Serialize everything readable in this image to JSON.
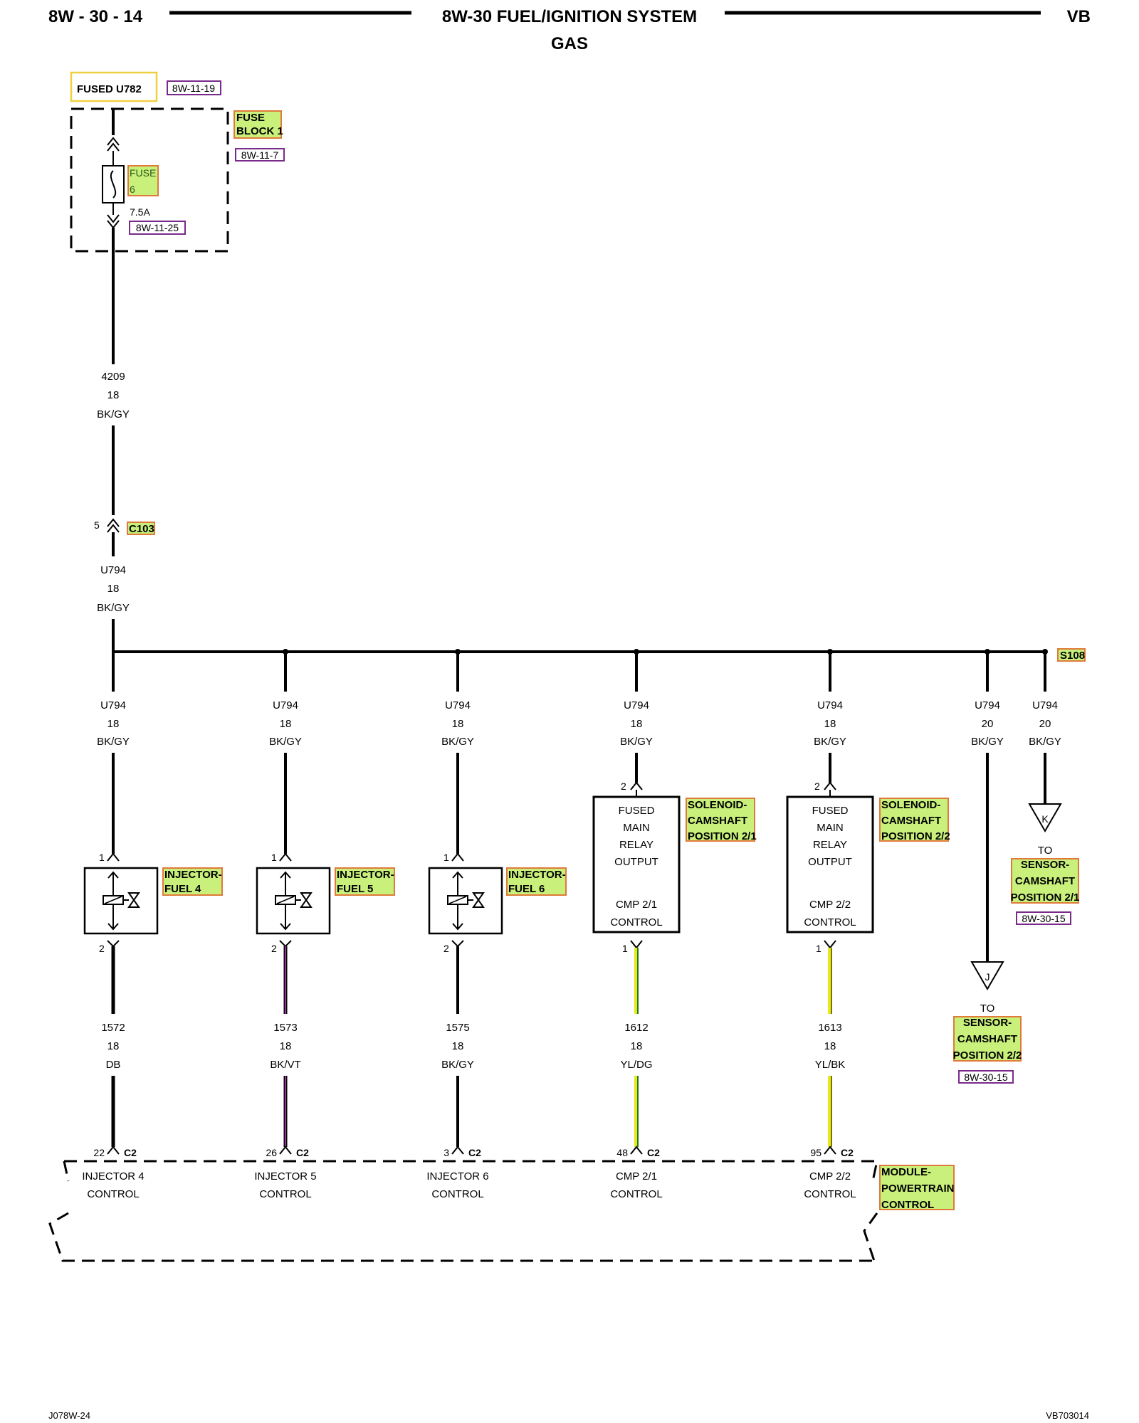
{
  "header": {
    "page_number": "8W - 30 - 14",
    "system_title": "8W-30 FUEL/IGNITION SYSTEM",
    "subtitle": "GAS",
    "model_code": "VB"
  },
  "source": {
    "label": "FUSED U782",
    "ref": "8W-11-19"
  },
  "fuse_block": {
    "name_line1": "FUSE",
    "name_line2": "BLOCK 1",
    "ref": "8W-11-7",
    "fuse_line1": "FUSE",
    "fuse_line2": "6",
    "rating": "7.5A",
    "fuse_ref": "8W-11-25"
  },
  "main_wire_upper": {
    "circuit": "4209",
    "gauge": "18",
    "color": "BK/GY"
  },
  "connector_c103": {
    "pin": "5",
    "name": "C103"
  },
  "main_wire_lower": {
    "circuit": "U794",
    "gauge": "18",
    "color": "BK/GY"
  },
  "splice": {
    "name": "S108"
  },
  "branches": [
    {
      "circuit": "U794",
      "gauge": "18",
      "color": "BK/GY"
    },
    {
      "circuit": "U794",
      "gauge": "18",
      "color": "BK/GY"
    },
    {
      "circuit": "U794",
      "gauge": "18",
      "color": "BK/GY"
    },
    {
      "circuit": "U794",
      "gauge": "18",
      "color": "BK/GY"
    },
    {
      "circuit": "U794",
      "gauge": "18",
      "color": "BK/GY"
    },
    {
      "circuit": "U794",
      "gauge": "20",
      "color": "BK/GY"
    },
    {
      "circuit": "U794",
      "gauge": "20",
      "color": "BK/GY"
    }
  ],
  "injectors": [
    {
      "label_line1": "INJECTOR-",
      "label_line2": "FUEL 4",
      "pin_top": "1",
      "pin_bottom": "2"
    },
    {
      "label_line1": "INJECTOR-",
      "label_line2": "FUEL 5",
      "pin_top": "1",
      "pin_bottom": "2"
    },
    {
      "label_line1": "INJECTOR-",
      "label_line2": "FUEL 6",
      "pin_top": "1",
      "pin_bottom": "2"
    }
  ],
  "solenoids": [
    {
      "label_line1": "SOLENOID-",
      "label_line2": "CAMSHAFT",
      "label_line3": "POSITION 2/1",
      "pin_top": "2",
      "pin_bottom": "1",
      "inner": [
        "FUSED",
        "MAIN",
        "RELAY",
        "OUTPUT",
        "CMP 2/1",
        "CONTROL"
      ]
    },
    {
      "label_line1": "SOLENOID-",
      "label_line2": "CAMSHAFT",
      "label_line3": "POSITION 2/2",
      "pin_top": "2",
      "pin_bottom": "1",
      "inner": [
        "FUSED",
        "MAIN",
        "RELAY",
        "OUTPUT",
        "CMP 2/2",
        "CONTROL"
      ]
    }
  ],
  "offpage": [
    {
      "letter": "K",
      "to": "TO",
      "line1": "SENSOR-",
      "line2": "CAMSHAFT",
      "line3": "POSITION 2/1",
      "ref": "8W-30-15"
    },
    {
      "letter": "J",
      "to": "TO",
      "line1": "SENSOR-",
      "line2": "CAMSHAFT",
      "line3": "POSITION 2/2",
      "ref": "8W-30-15"
    }
  ],
  "lower_wires": [
    {
      "circuit": "1572",
      "gauge": "18",
      "color": "DB",
      "pin": "22",
      "conn": "C2",
      "ctrl_line1": "INJECTOR 4",
      "ctrl_line2": "CONTROL",
      "base_color": "#000000",
      "tracer_color": ""
    },
    {
      "circuit": "1573",
      "gauge": "18",
      "color": "BK/VT",
      "pin": "26",
      "conn": "C2",
      "ctrl_line1": "INJECTOR 5",
      "ctrl_line2": "CONTROL",
      "base_color": "#000000",
      "tracer_color": "#9b2fa3"
    },
    {
      "circuit": "1575",
      "gauge": "18",
      "color": "BK/GY",
      "pin": "3",
      "conn": "C2",
      "ctrl_line1": "INJECTOR 6",
      "ctrl_line2": "CONTROL",
      "base_color": "#000000",
      "tracer_color": ""
    },
    {
      "circuit": "1612",
      "gauge": "18",
      "color": "YL/DG",
      "pin": "48",
      "conn": "C2",
      "ctrl_line1": "CMP 2/1",
      "ctrl_line2": "CONTROL",
      "base_color": "#e8e81a",
      "tracer_color": "#1f7a1f"
    },
    {
      "circuit": "1613",
      "gauge": "18",
      "color": "YL/BK",
      "pin": "95",
      "conn": "C2",
      "ctrl_line1": "CMP 2/2",
      "ctrl_line2": "CONTROL",
      "base_color": "#e8e81a",
      "tracer_color": "#000000"
    }
  ],
  "module": {
    "line1": "MODULE-",
    "line2": "POWERTRAIN",
    "line3": "CONTROL"
  },
  "footer": {
    "left": "J078W-24",
    "right": "VB703014"
  },
  "colors": {
    "highlight_fill": "#c8f07a",
    "highlight_border": "#e07a3a",
    "ref_border": "#7a2a8a",
    "source_border": "#f0d040"
  }
}
